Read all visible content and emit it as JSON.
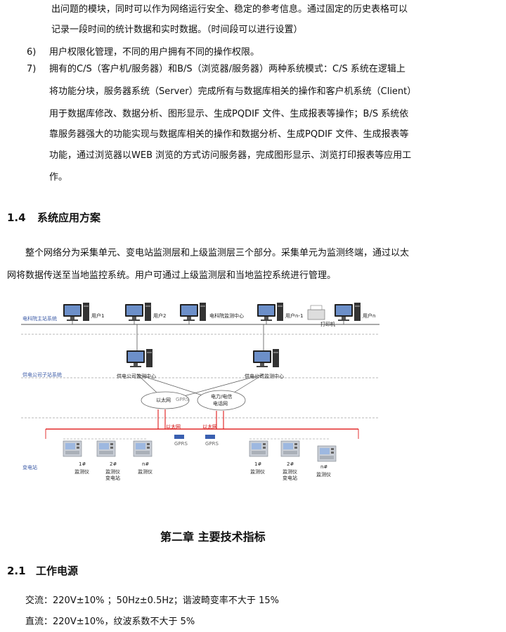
{
  "intro_lines": [
    "出问题的模块，同时可以作为网络运行安全、稳定的参考信息。通过固定的历史表格可以",
    "记录一段时间的统计数据和实时数据。（时间段可以进行设置）"
  ],
  "list_items": [
    {
      "num": "6)",
      "lines": [
        "用户权限化管理，不同的用户拥有不同的操作权限。"
      ]
    },
    {
      "num": "7)",
      "lines": [
        "拥有的C/S（客户机/服务器）和B/S（浏览器/服务器）两种系统模式：C/S 系统在逻辑上",
        "将功能分块，服务器系统（Server）完成所有与数据库相关的操作和客户机系统（Client）",
        "用于数据库修改、数据分析、图形显示、生成PQDIF 文件、生成报表等操作；B/S 系统依",
        "靠服务器强大的功能实现与数据库相关的操作和数据分析、生成PQDIF 文件、生成报表等",
        "功能，通过浏览器以WEB 浏览的方式访问服务器，完成图形显示、浏览打印报表等应用工",
        "作。"
      ]
    }
  ],
  "section_14": {
    "num": "1.4",
    "title": "系统应用方案",
    "para_lines": [
      "整个网络分为采集单元、变电站监测层和上级监测层三个部分。采集单元为监测终端，通过以太",
      "网将数据传送至当地监控系统。用户可通过上级监测层和当地监控系统进行管理。"
    ]
  },
  "diagram": {
    "tiers": [
      "电科院主站系统",
      "供电公司子站系统",
      "变电站"
    ],
    "top_nodes": [
      "用户1",
      "用户2",
      "电科院监测中心",
      "用户n-1",
      "打印机",
      "用户n"
    ],
    "mid_nodes": [
      "供电公司监测中心",
      "供电公司监测中心"
    ],
    "networks": [
      "以太网",
      "GPRS",
      "电力/电信",
      "电话网"
    ],
    "links": [
      "以太网",
      "以太网",
      "GPRS",
      "GPRS"
    ],
    "devices_left": [
      {
        "num": "1#",
        "name": "监测仪"
      },
      {
        "num": "2#",
        "name": "监测仪",
        "sub": "变电站"
      },
      {
        "num": "n#",
        "name": "监测仪"
      }
    ],
    "devices_right": [
      {
        "num": "1#",
        "name": "监测仪"
      },
      {
        "num": "2#",
        "name": "监测仪",
        "sub": "变电站"
      },
      {
        "num": "n#",
        "name": "监测仪"
      }
    ]
  },
  "chapter2": {
    "title": "第二章  主要技术指标"
  },
  "section_21": {
    "num": "2.1",
    "title": "工作电源",
    "lines": [
      "交流：220V±10% ；50Hz±0.5Hz；谐波畸变率不大于 15%",
      "直流：220V±10%，纹波系数不大于 5%"
    ]
  }
}
